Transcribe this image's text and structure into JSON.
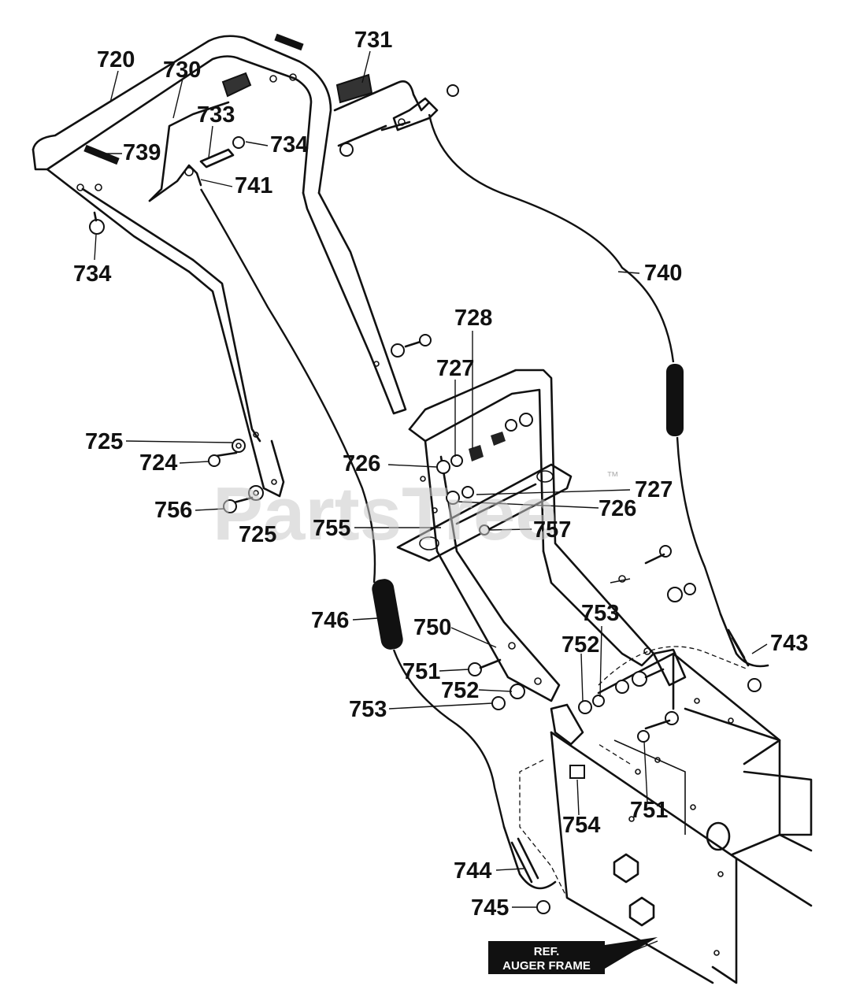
{
  "watermark": {
    "text": "PartsTree",
    "trademark": "™"
  },
  "reference_box": {
    "line1": "REF.",
    "line2": "AUGER FRAME"
  },
  "callouts": [
    {
      "id": "c720",
      "label": "720"
    },
    {
      "id": "c730",
      "label": "730"
    },
    {
      "id": "c731",
      "label": "731"
    },
    {
      "id": "c733",
      "label": "733"
    },
    {
      "id": "c734a",
      "label": "734"
    },
    {
      "id": "c739",
      "label": "739"
    },
    {
      "id": "c741",
      "label": "741"
    },
    {
      "id": "c734b",
      "label": "734"
    },
    {
      "id": "c740",
      "label": "740"
    },
    {
      "id": "c728",
      "label": "728"
    },
    {
      "id": "c727a",
      "label": "727"
    },
    {
      "id": "c725a",
      "label": "725"
    },
    {
      "id": "c724",
      "label": "724"
    },
    {
      "id": "c726a",
      "label": "726"
    },
    {
      "id": "c727b",
      "label": "727"
    },
    {
      "id": "c726b",
      "label": "726"
    },
    {
      "id": "c756",
      "label": "756"
    },
    {
      "id": "c725b",
      "label": "725"
    },
    {
      "id": "c755",
      "label": "755"
    },
    {
      "id": "c757",
      "label": "757"
    },
    {
      "id": "c746",
      "label": "746"
    },
    {
      "id": "c750",
      "label": "750"
    },
    {
      "id": "c753a",
      "label": "753"
    },
    {
      "id": "c743",
      "label": "743"
    },
    {
      "id": "c752a",
      "label": "752"
    },
    {
      "id": "c751a",
      "label": "751"
    },
    {
      "id": "c752b",
      "label": "752"
    },
    {
      "id": "c753b",
      "label": "753"
    },
    {
      "id": "c754",
      "label": "754"
    },
    {
      "id": "c751b",
      "label": "751"
    },
    {
      "id": "c744",
      "label": "744"
    },
    {
      "id": "c745",
      "label": "745"
    }
  ]
}
